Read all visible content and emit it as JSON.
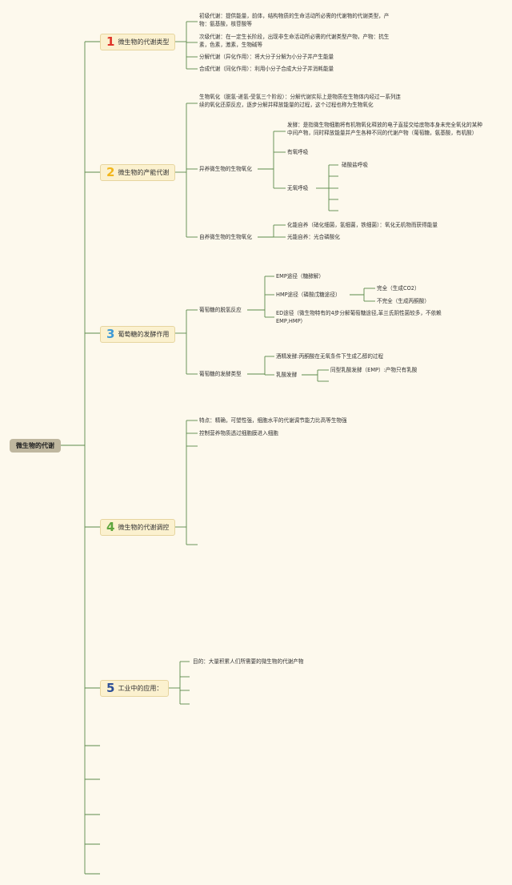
{
  "root": {
    "label": "微生物的代谢"
  },
  "categories": [
    {
      "num": "1",
      "label": "微生物的代谢类型"
    },
    {
      "num": "2",
      "label": "微生物的产能代谢"
    },
    {
      "num": "3",
      "label": "葡萄糖的发酵作用"
    },
    {
      "num": "4",
      "label": "微生物的代谢调控"
    },
    {
      "num": "5",
      "label": "工业中的应用："
    }
  ],
  "c1": {
    "primary": "初级代谢：提供能量，前体，结构物质的生命活动所必需的代谢物的代谢类型，产物：氨基酸，核苷酸等",
    "secondary": "次级代谢：在一定生长阶段，出现非生命活动所必需的代谢类型产物，产物：抗生素，色素，激素，生物碱等",
    "catabolism": "分解代谢（异化作用）：将大分子分解为小分子并产生能量",
    "anabolism": "合成代谢（同化作用）：利用小分子合成大分子并消耗能量"
  },
  "c2": {
    "oxidation": "生物氧化（脱氢-递氢-受氢三个阶段）：分解代谢实际上是物质在生物体内经过一系列连续的氧化还原反应，逐步分解并释放能量的过程，这个过程也称为生物氧化",
    "hetero": "异养微生物的生物氧化",
    "fermentation": "发酵：是指微生物细胞将有机物氧化释放的电子直接交给底物本身未完全氧化的某种中间产物，同时释放能量并产生各种不同的代谢产物（葡萄糖，氨基酸，有机酸）",
    "aerobic": "有氧呼吸",
    "anaerobic": "无氧呼吸",
    "nitrate": "硝酸盐呼吸",
    "auto": "自养微生物的生物氧化",
    "chemo": "化能自养（硝化细菌，氢细菌，铁细菌）：氧化无机物而获得能量",
    "photo": "光能自养：光合磷酸化"
  },
  "c3": {
    "dehydro": "葡萄糖的脱氢反应",
    "emp": "EMP途径（糖酵解）",
    "hmp": "HMP途径（磷酸戊糖途径）",
    "complete": "完全（生成CO2）",
    "incomplete": "不完全（生成丙酮酸）",
    "ed": "ED途径（微生物特有的4步分解葡萄糖途径,革兰氏阴性菌较多，不依赖EMP,HMP）",
    "ftype": "葡萄糖的发酵类型",
    "alcohol": "酒精发酵:丙酮酸在无氧条件下生成乙醇的过程",
    "lactic": "乳酸发酵",
    "homo": "同型乳酸发酵（EMP）:产物只有乳酸"
  },
  "c4": {
    "feature": "特点：精确，可塑性强，细胞水平的代谢调节能力比高等生物强",
    "control": "控制营养物质透过细胞膜进入细胞"
  },
  "c5": {
    "purpose": "目的：大量积累人们所需要的微生物的代谢产物"
  },
  "colors": {
    "line": "#5c8a4a",
    "background": "#fdf9ed"
  }
}
